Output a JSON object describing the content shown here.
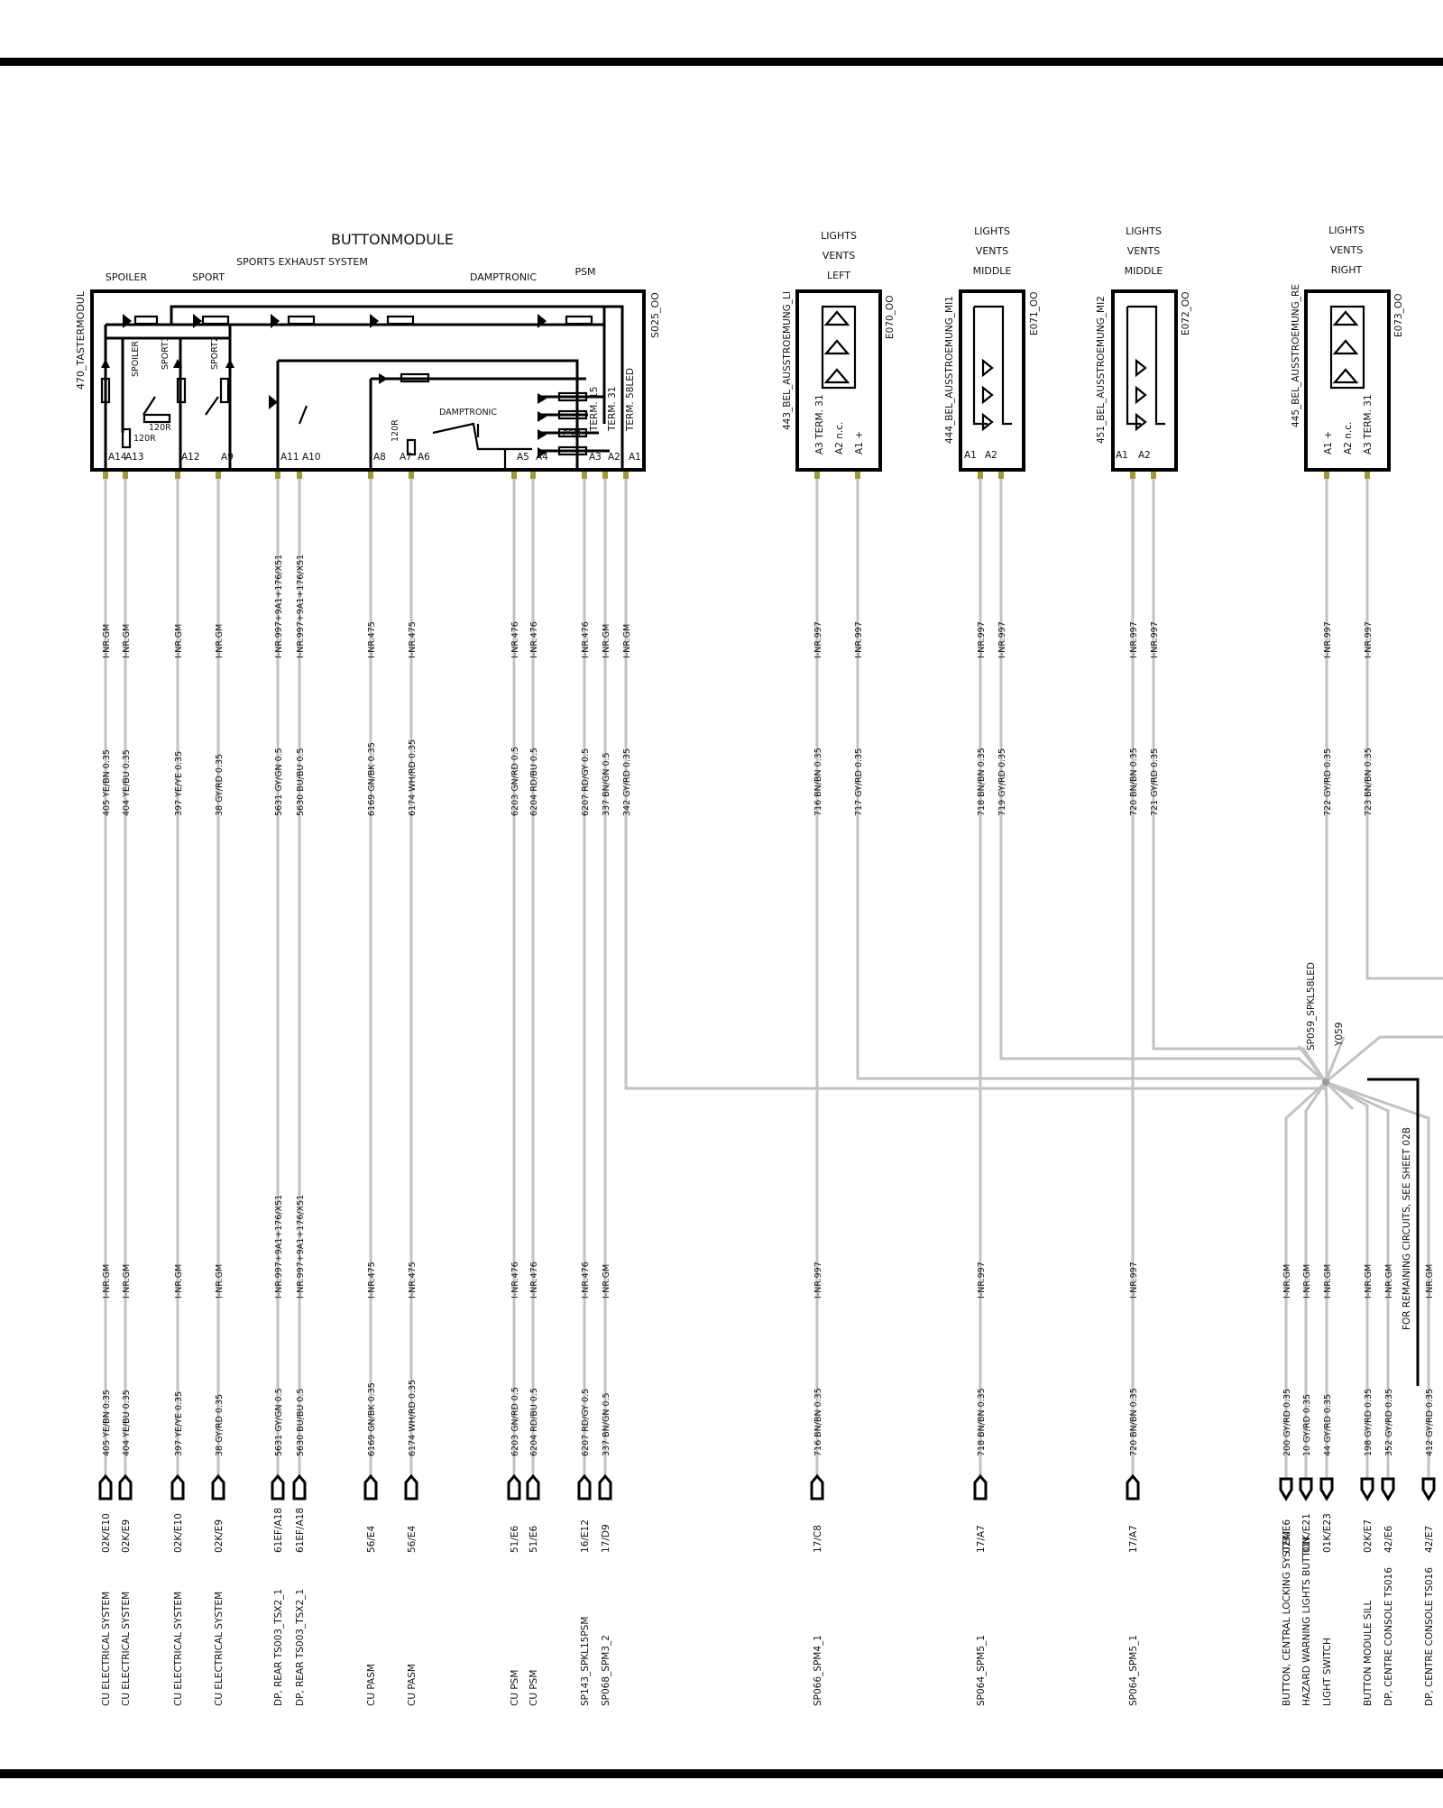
{
  "sheet": {
    "ref_note": "FOR REMAINING CIRCUITS, SEE SHEET 02B"
  },
  "components": [
    {
      "id": "S025_OO",
      "name": "470_TASTERMODUL",
      "title": "BUTTONMODULE",
      "groups": [
        "SPOILER",
        "SPORT",
        "SPORTS EXHAUST SYSTEM",
        "DAMPTRONIC",
        "PSM"
      ],
      "inner_labels": [
        "SPOILER",
        "SPORT1",
        "SPORT2",
        "DAMPTRONIC",
        "PSM",
        "120R",
        "120R",
        "120R"
      ],
      "terms": [
        "TERM. 15",
        "TERM. 31",
        "TERM. 58LED"
      ],
      "pins": [
        "A14",
        "A13",
        "A12",
        "A9",
        "A11",
        "A10",
        "A8",
        "A7",
        "A6",
        "A5",
        "A4",
        "A3",
        "A2",
        "A1"
      ]
    },
    {
      "id": "E070_OO",
      "name": "443_BEL_AUSSTROEMUNG_LI",
      "caption": [
        "LIGHTS",
        "VENTS",
        "LEFT"
      ],
      "pin_labels": [
        "A3  TERM. 31",
        "A2  n.c.",
        "A1  +"
      ]
    },
    {
      "id": "E071_OO",
      "name": "444_BEL_AUSSTROEMUNG_MI1",
      "caption": [
        "LIGHTS",
        "VENTS",
        "MIDDLE"
      ],
      "pin_labels": [
        "A1",
        "A2",
        "-",
        "+"
      ]
    },
    {
      "id": "E072_OO",
      "name": "451_BEL_AUSSTROEMUNG_MI2",
      "caption": [
        "LIGHTS",
        "VENTS",
        "MIDDLE"
      ],
      "pin_labels": [
        "A1",
        "A2",
        "-",
        "+"
      ]
    },
    {
      "id": "E073_OO",
      "name": "445_BEL_AUSSTROEMUNG_RE",
      "caption": [
        "LIGHTS",
        "VENTS",
        "RIGHT"
      ],
      "pin_labels": [
        "A1  +",
        "A2  n.c.",
        "A3  TERM. 31"
      ]
    }
  ],
  "splice": {
    "name": "SP059_SPKL58LED",
    "id": "Y059"
  },
  "upper_wires": [
    {
      "nr": "I-NR.GM",
      "wire": "405 YE/BN 0.35"
    },
    {
      "nr": "I-NR.GM",
      "wire": "404 YE/BU 0.35"
    },
    {
      "nr": "I-NR.GM",
      "wire": "397 YE/YE 0.35"
    },
    {
      "nr": "I-NR.GM",
      "wire": "38 GY/RD 0.35"
    },
    {
      "nr": "I-NR.997+9A1+176/X51",
      "wire": "5631 GY/GN 0.5"
    },
    {
      "nr": "I-NR.997+9A1+176/X51",
      "wire": "5630 BU/BU 0.5"
    },
    {
      "nr": "I-NR.475",
      "wire": "6169 GN/BK 0.35"
    },
    {
      "nr": "I-NR.475",
      "wire": "6174 WH/RD 0.35"
    },
    {
      "nr": "I-NR.476",
      "wire": "6203 GN/RD 0.5"
    },
    {
      "nr": "I-NR.476",
      "wire": "6204 RD/BU 0.5"
    },
    {
      "nr": "I-NR.476",
      "wire": "6207 RD/GY 0.5"
    },
    {
      "nr": "I-NR.GM",
      "wire": "337 BN/GN 0.5"
    },
    {
      "nr": "I-NR.GM",
      "wire": "342 GY/RD 0.35"
    },
    {
      "nr": "I-NR.997",
      "wire": "716 BN/BN 0.35"
    },
    {
      "nr": "I-NR.997",
      "wire": "717 GY/RD 0.35"
    },
    {
      "nr": "I-NR.997",
      "wire": "718 BN/BN 0.35"
    },
    {
      "nr": "I-NR.997",
      "wire": "719 GY/RD 0.35"
    },
    {
      "nr": "I-NR.997",
      "wire": "720 BN/BN 0.35"
    },
    {
      "nr": "I-NR.997",
      "wire": "721 GY/RD 0.35"
    },
    {
      "nr": "I-NR.997",
      "wire": "722 GY/RD 0.35"
    },
    {
      "nr": "I-NR.997",
      "wire": "723 BN/BN 0.35"
    }
  ],
  "lower_wires": [
    {
      "nr": "I-NR.GM",
      "wire": "405 YE/BN 0.35",
      "pin": "02K/E10",
      "dest": "CU ELECTRICAL SYSTEM"
    },
    {
      "nr": "I-NR.GM",
      "wire": "404 YE/BU 0.35",
      "pin": "02K/E9",
      "dest": "CU ELECTRICAL SYSTEM"
    },
    {
      "nr": "I-NR.GM",
      "wire": "397 YE/YE 0.35",
      "pin": "02K/E10",
      "dest": "CU ELECTRICAL SYSTEM"
    },
    {
      "nr": "I-NR.GM",
      "wire": "38 GY/RD 0.35",
      "pin": "02K/E9",
      "dest": "CU ELECTRICAL SYSTEM"
    },
    {
      "nr": "I-NR.997+9A1+176/X51",
      "wire": "5631 GY/GN 0.5",
      "pin": "61EF/A18",
      "dest": "DP, REAR      TS003_TSX2_1"
    },
    {
      "nr": "I-NR.997+9A1+176/X51",
      "wire": "5630 BU/BU 0.5",
      "pin": "61EF/A18",
      "dest": "DP, REAR      TS003_TSX2_1"
    },
    {
      "nr": "I-NR.475",
      "wire": "6169 GN/BK 0.35",
      "pin": "56/E4",
      "dest": "CU PASM"
    },
    {
      "nr": "I-NR.475",
      "wire": "6174 WH/RD 0.35",
      "pin": "56/E4",
      "dest": "CU PASM"
    },
    {
      "nr": "I-NR.476",
      "wire": "6203 GN/RD 0.5",
      "pin": "51/E6",
      "dest": "CU PSM"
    },
    {
      "nr": "I-NR.476",
      "wire": "6204 RD/BU 0.5",
      "pin": "51/E6",
      "dest": "CU PSM"
    },
    {
      "nr": "I-NR.476",
      "wire": "6207 RD/GY 0.5",
      "pin": "16/E12",
      "dest": "SP143_SPKL15PSM"
    },
    {
      "nr": "I-NR.GM",
      "wire": "337 BN/GN 0.5",
      "pin": "17/D9",
      "dest": "SP068_SPM3_2"
    },
    {
      "nr": "I-NR.997",
      "wire": "716 BN/BN 0.35",
      "pin": "17/C8",
      "dest": "SP066_SPM4_1"
    },
    {
      "nr": "I-NR.997",
      "wire": "718 BN/BN 0.35",
      "pin": "17/A7",
      "dest": "SP064_SPM5_1"
    },
    {
      "nr": "I-NR.997",
      "wire": "720 BN/BN 0.35",
      "pin": "17/A7",
      "dest": "SP064_SPM5_1"
    },
    {
      "nr": "I-NR.GM",
      "wire": "200 GY/RD 0.35",
      "pin": "02K/E6",
      "dest": "BUTTON, CENTRAL LOCKING SYSTEM"
    },
    {
      "nr": "I-NR.GM",
      "wire": "10 GY/RD 0.35",
      "pin": "01K/E21",
      "dest": "HAZARD WARNING LIGHTS BUTTON"
    },
    {
      "nr": "I-NR.GM",
      "wire": "44 GY/RD 0.35",
      "pin": "01K/E23",
      "dest": "LIGHT SWITCH"
    },
    {
      "nr": "I-NR.GM",
      "wire": "198 GY/RD 0.35",
      "pin": "02K/E7",
      "dest": "BUTTON  MODULE   SILL"
    },
    {
      "nr": "I-NR.GM",
      "wire": "352 GY/RD 0.35",
      "pin": "42/E6",
      "dest": "DP, CENTRE CONSOLE   TS016"
    },
    {
      "nr": "I-NR.GM",
      "wire": "412 GY/RD 0.35",
      "pin": "42/E7",
      "dest": "DP, CENTRE CONSOLE   TS016"
    }
  ]
}
